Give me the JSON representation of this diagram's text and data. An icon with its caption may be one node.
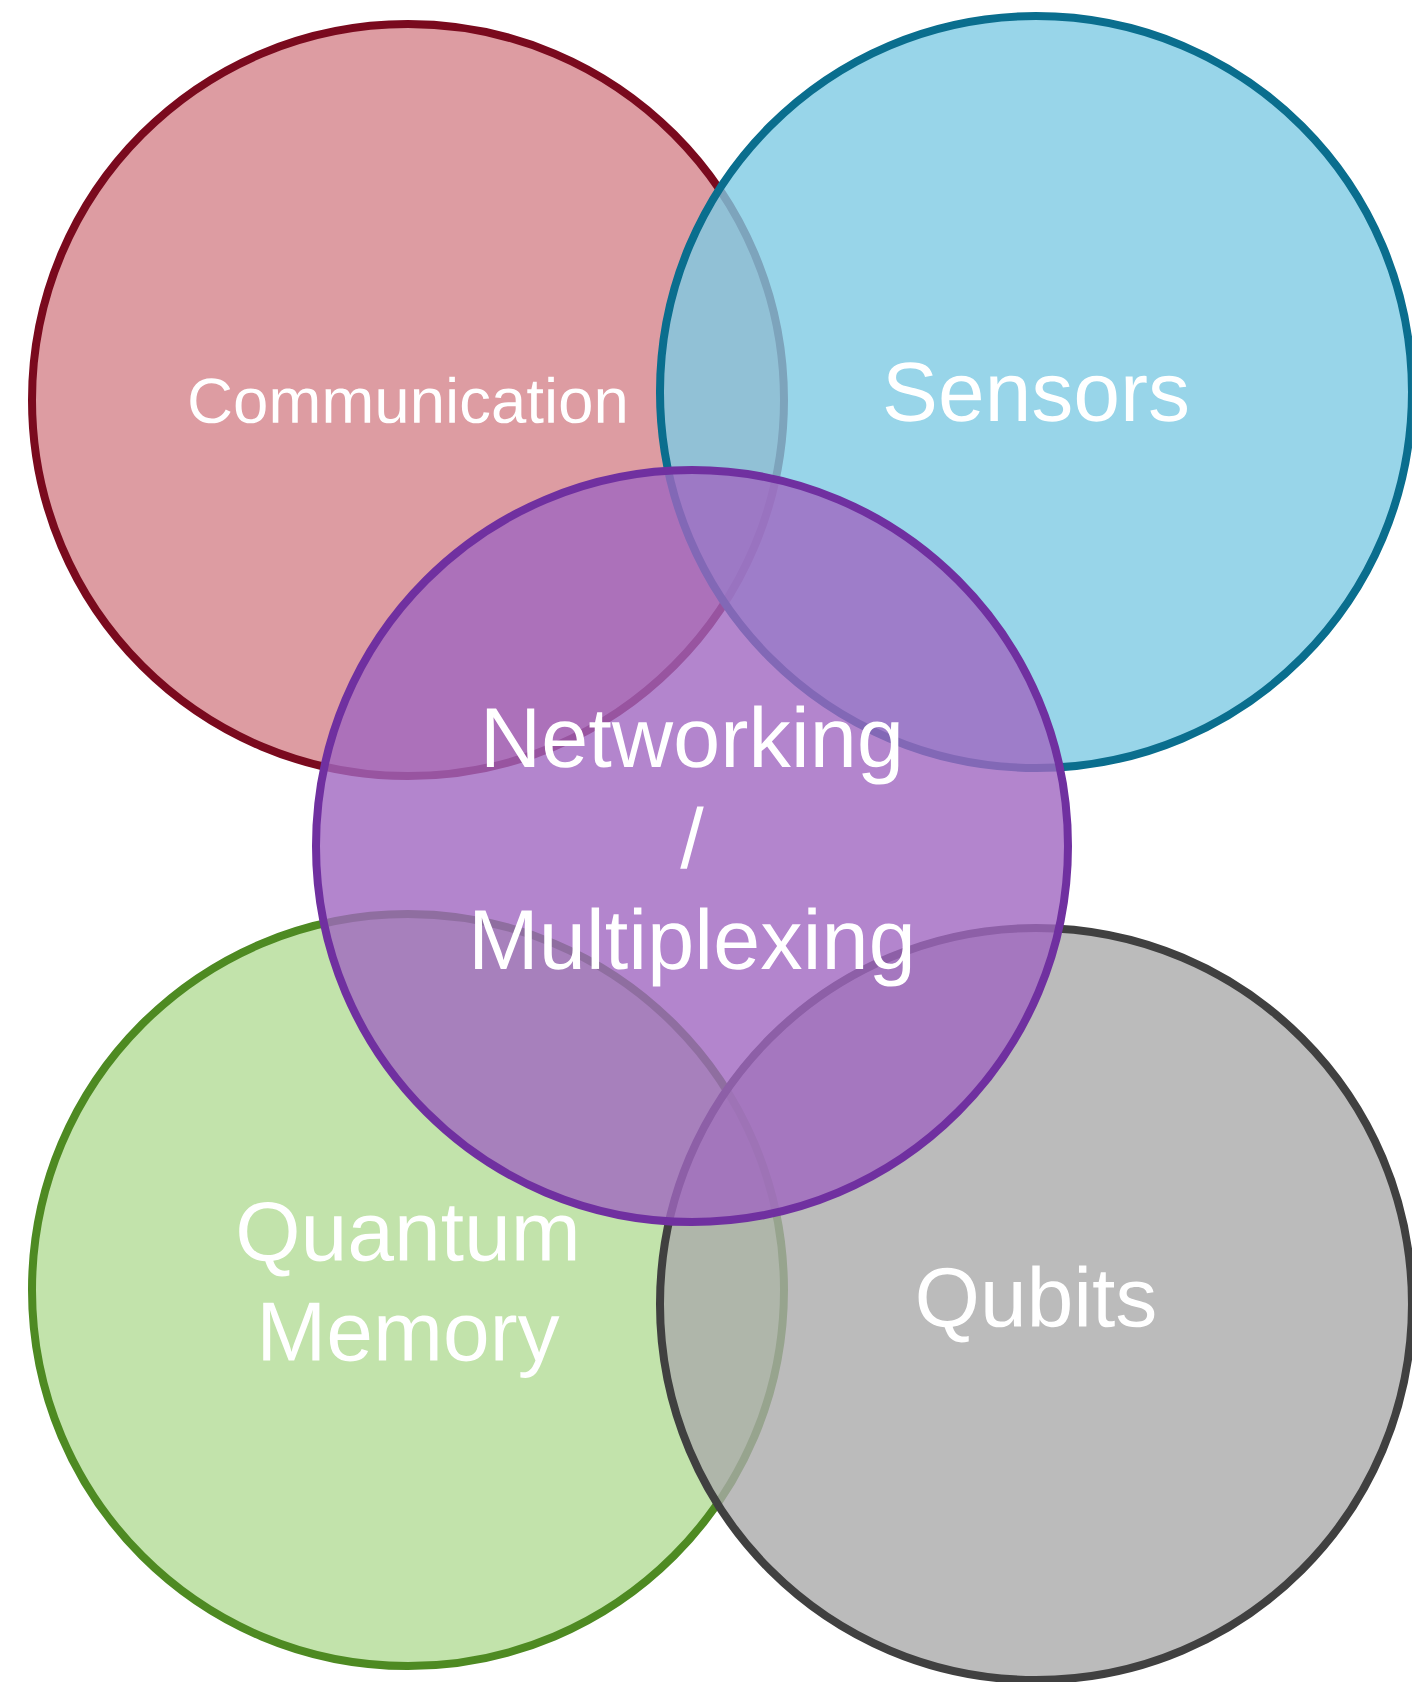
{
  "diagram": {
    "nodes": [
      {
        "text": [
          "Communication"
        ]
      },
      {
        "text": [
          "Sensors"
        ]
      },
      {
        "text": [
          "Networking / Multiplexing"
        ]
      },
      {
        "text": [
          "Quantum Memory"
        ]
      },
      {
        "text": [
          "Qubits"
        ]
      }
    ]
  }
}
